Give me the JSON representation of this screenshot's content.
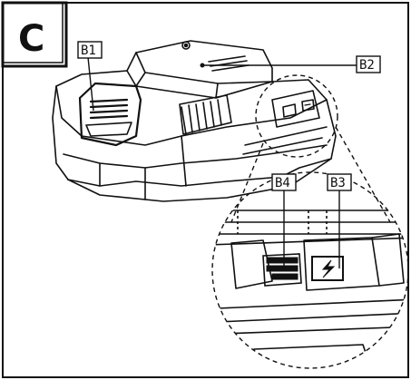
{
  "figure": {
    "section_letter": "C",
    "callouts": [
      {
        "id": "b1",
        "label": "B1"
      },
      {
        "id": "b2",
        "label": "B2"
      },
      {
        "id": "b3",
        "label": "B3"
      },
      {
        "id": "b4",
        "label": "B4"
      }
    ]
  }
}
